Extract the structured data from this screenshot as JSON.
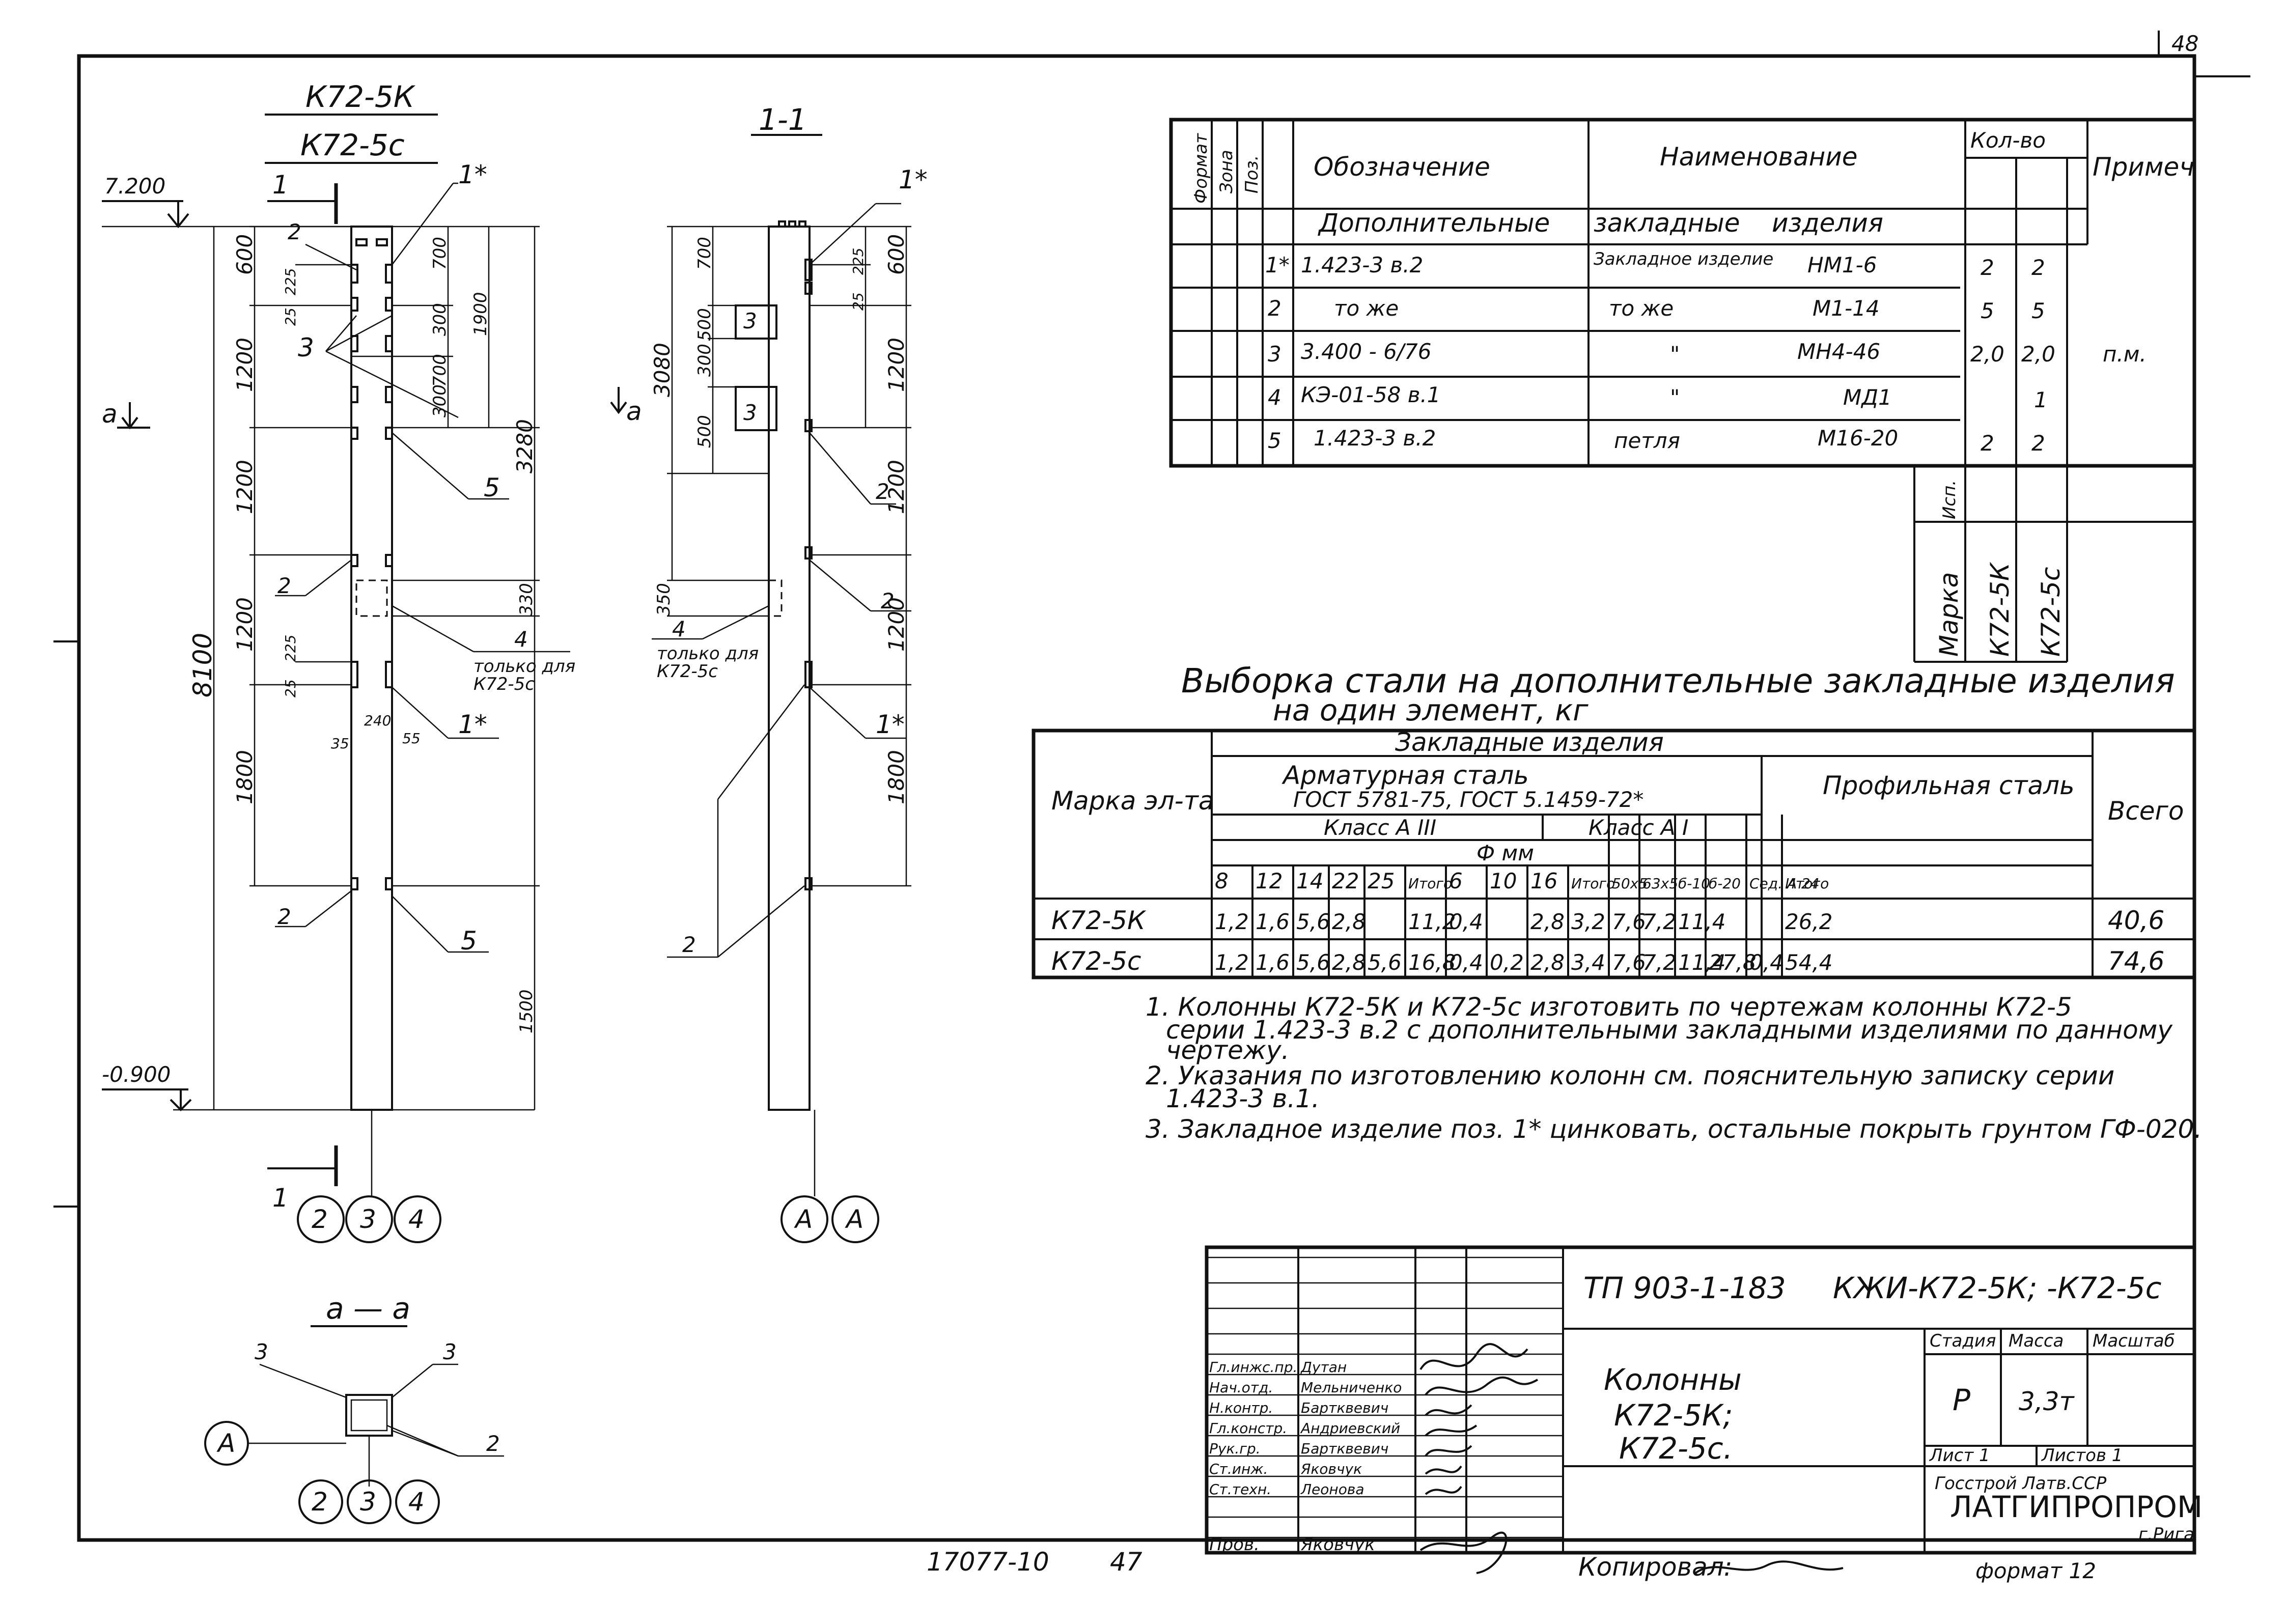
{
  "page_number": "48",
  "left_view": {
    "title_1": "К72-5К",
    "title_2": "К72-5с",
    "section_mark": "1",
    "level_top": "7.200",
    "level_bottom": "-0.900",
    "section_a": "а",
    "dims_left": [
      "600",
      "1200",
      "1200",
      "1200",
      "1800"
    ],
    "dims_small": [
      "25",
      "225",
      "25",
      "225",
      "35",
      "240",
      "55"
    ],
    "dims_right": [
      "700",
      "300",
      "1900",
      "300",
      "700",
      "3280",
      "330",
      "1500"
    ],
    "total_height": "8100",
    "callouts": [
      "2",
      "3",
      "1*",
      "5",
      "2",
      "4",
      "только для",
      "К72-5с",
      "1*",
      "2",
      "5"
    ],
    "axis_labels": [
      "2",
      "3",
      "4"
    ]
  },
  "section_view": {
    "title": "1-1",
    "dims_left": [
      "700",
      "3080",
      "300",
      "500",
      "500",
      "350"
    ],
    "dims_right": [
      "225",
      "25",
      "600",
      "1200",
      "1200",
      "1200",
      "1800"
    ],
    "callouts": [
      "1*",
      "3",
      "3",
      "2",
      "4",
      "только для",
      "К72-5с",
      "1*",
      "2",
      "2"
    ],
    "section_a": "а",
    "axis_labels": [
      "А",
      "А"
    ]
  },
  "section_aa": {
    "title": "а — а",
    "callouts": [
      "3",
      "3",
      "2"
    ],
    "axis_left": "А",
    "axis_labels": [
      "2",
      "3",
      "4"
    ]
  },
  "spec_table": {
    "headers": {
      "format": "Формат",
      "zone": "Зона",
      "pos": "Поз.",
      "designation": "Обозначение",
      "name": "Наименование",
      "qty": "Кол-во",
      "note": "Примеч"
    },
    "section_title": [
      "Дополнительные",
      "закладные",
      "изделия"
    ],
    "rows": [
      {
        "pos": "1*",
        "designation": "1.423-3 в.2",
        "name": "Закладное изделие",
        "mark": "НМ1-6",
        "q1": "2",
        "q2": "2",
        "note": ""
      },
      {
        "pos": "2",
        "designation": "то же",
        "name": "то же",
        "mark": "М1-14",
        "q1": "5",
        "q2": "5",
        "note": ""
      },
      {
        "pos": "3",
        "designation": "3.400 - 6/76",
        "name": "\"",
        "mark": "МН4-46",
        "q1": "2,0",
        "q2": "2,0",
        "note": "п.м."
      },
      {
        "pos": "4",
        "designation": "КЭ-01-58 в.1",
        "name": "\"",
        "mark": "МД1",
        "q1": "",
        "q2": "1",
        "note": ""
      },
      {
        "pos": "5",
        "designation": "1.423-3 в.2",
        "name": "петля",
        "mark": "М16-20",
        "q1": "2",
        "q2": "2",
        "note": ""
      }
    ],
    "footer": {
      "mark": "Марка",
      "isp": "Исп.",
      "k1": "К72-5К",
      "k2": "К72-5с"
    }
  },
  "steel_table": {
    "title_1": "Выборка стали на дополнительные закладные изделия",
    "title_2": "на один элемент, кг",
    "head": {
      "mark": "Марка эл-та",
      "zi": "Закладные изделия",
      "arm": "Арматурная сталь",
      "gost": "ГОСТ 5781-75, ГОСТ 5.1459-72*",
      "cls3": "Класс А III",
      "cls1": "Класс А I",
      "phi": "Ф мм",
      "prof": "Профильная сталь",
      "total": "Всего"
    },
    "cols": [
      "8",
      "12",
      "14",
      "22",
      "25",
      "Итого",
      "6",
      "10",
      "16",
      "Итого",
      "50х5",
      "63х5",
      "б-10",
      "б-20",
      "Сед. А 24",
      "Итого"
    ],
    "rows": [
      {
        "mark": "К72-5К",
        "vals": [
          "1,2",
          "1,6",
          "5,6",
          "2,8",
          "",
          "11,2",
          "0,4",
          "",
          "2,8",
          "3,2",
          "7,6",
          "7,2",
          "11,4",
          "",
          "",
          "26,2"
        ],
        "total": "40,6"
      },
      {
        "mark": "К72-5с",
        "vals": [
          "1,2",
          "1,6",
          "5,6",
          "2,8",
          "5,6",
          "16,8",
          "0,4",
          "0,2",
          "2,8",
          "3,4",
          "7,6",
          "7,2",
          "11,4",
          "27,8",
          "0,4",
          "54,4"
        ],
        "total": "74,6"
      }
    ]
  },
  "notes": [
    "1. Колонны К72-5К и К72-5с изготовить по чертежам колонны К72-5",
    "серии 1.423-3 в.2 с дополнительными закладными изделиями по данному",
    "чертежу.",
    "2. Указания по изготовлению колонн см. пояснительную записку серии",
    "1.423-3 в.1.",
    "3. Закладное изделие поз. 1* цинковать, остальные покрыть грунтом ГФ-020."
  ],
  "title_block": {
    "doc_code": "ТП 903-1-183",
    "drawing_code": "КЖИ-К72-5К; -К72-5с",
    "title_1": "Колонны",
    "title_2": "К72-5К;",
    "title_3": "К72-5с.",
    "stage_h": "Стадия",
    "mass_h": "Масса",
    "scale_h": "Масштаб",
    "stage": "Р",
    "mass": "3,3т",
    "sheet": "Лист 1",
    "sheets": "Листов 1",
    "org_1": "Госстрой Латв.ССР",
    "org_2": "ЛАТГИПРОПРОМ",
    "org_3": "г.Рига",
    "roles": [
      "Гл.инжс.пр.",
      "Нач.отд.",
      "Н.контр.",
      "Гл.констр.",
      "Рук.гр.",
      "Ст.инж.",
      "Ст.техн.",
      "Пров."
    ],
    "names": [
      "Дутан",
      "Мельниченко",
      "Бартквевич",
      "Андриевский",
      "Бартквевич",
      "Яковчук",
      "Леонова",
      "Яковчук"
    ]
  },
  "footer": {
    "inventory": "17077-10",
    "number": "47",
    "copied": "Копировал:",
    "format": "формат 12"
  }
}
